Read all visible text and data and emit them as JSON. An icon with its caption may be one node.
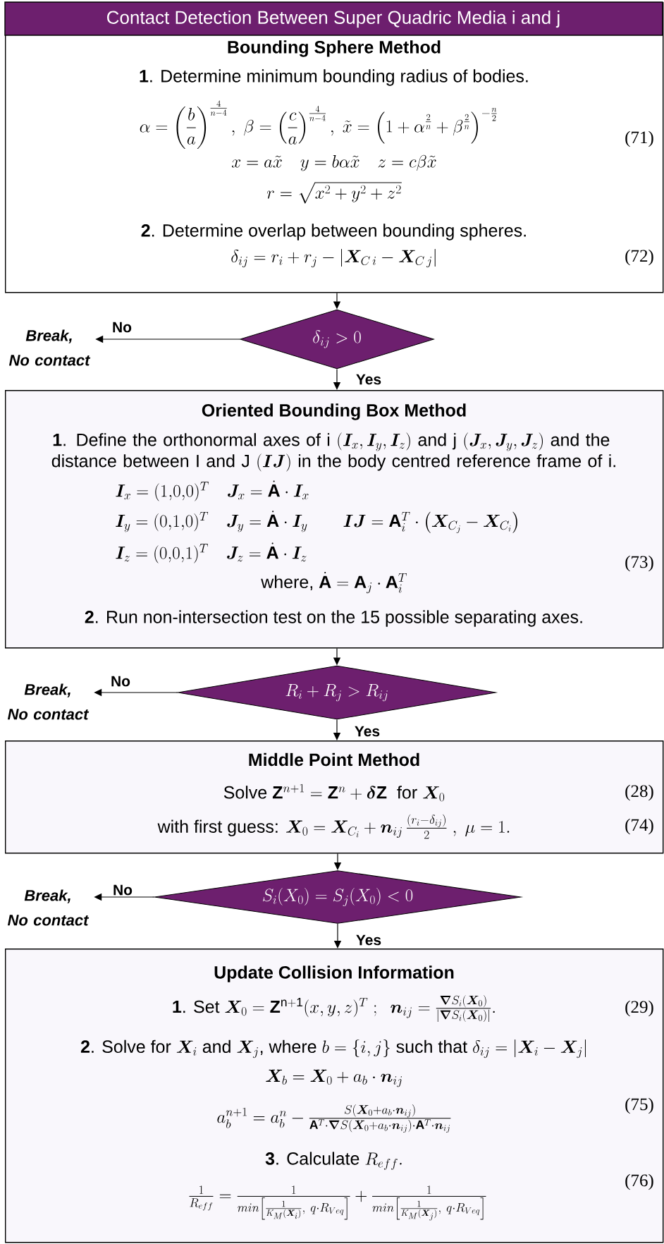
{
  "diagram": {
    "title": "Contact Detection Between Super Quadric Media i and j",
    "nodes": [
      {
        "text": [
          "Bounding Sphere Method",
          "**1**. Determine minimum bounding radius of bodies.",
          "\\alpha = \\left(\\frac{b}{a}\\right)^{\\frac{4}{n-4}},\\ \\beta = \\left(\\frac{c}{a}\\right)^{\\frac{4}{n-4}},\\ \\tilde{x} = \\left(1+\\alpha^{\\frac{2}{n}}+\\beta^{\\frac{2}{n}}\\right)^{-\\frac{n}{2}}",
          "x = a\\tilde{x}\\quad y = b\\alpha\\tilde{x}\\quad z = c\\beta\\tilde{x}",
          "r = \\sqrt{x^2+y^2+z^2}",
          "(71)",
          "**2**. Determine overlap between bounding spheres.",
          "\\delta_{ij} = r_i + r_j - \\left|\\boldsymbol{X}_{C\\,i} - \\boldsymbol{X}_{C\\,j}\\right|",
          "(72)"
        ]
      },
      {
        "text": [
          "\\delta_{ij} > 0"
        ]
      },
      {
        "text": [
          "Break, No contact"
        ]
      },
      {
        "text": [
          "Oriented Bounding Box Method",
          "\\text{\\textbf{1}. Define the orthonormal axes of i }(\\boldsymbol{I}_x, \\boldsymbol{I}_y, \\boldsymbol{I}_z)\\text{ and j }(\\boldsymbol{J}_x, \\boldsymbol{J}_y, \\boldsymbol{J}_z)\\text{ and the }\\allowbreak\\text{distance between I and J }(\\boldsymbol{IJ})\\text{ in the body centred reference frame of i.}",
          "\\boldsymbol{I}_x = (1{,}0{,}0)^T \\quad \\boldsymbol{J}_x = \\dot{\\mathbf{A}}\\cdot\\boldsymbol{I}_x",
          "\\boldsymbol{I}_y = (0{,}1{,}0)^T \\quad \\boldsymbol{J}_y = \\dot{\\mathbf{A}}\\cdot\\boldsymbol{I}_y \\qquad \\boldsymbol{IJ} = \\mathbf{A}_i^T\\cdot\\left(\\boldsymbol{X}_{C_j} - \\boldsymbol{X}_{C_i}\\right)",
          "\\boldsymbol{I}_z = (0{,}0{,}1)^T \\quad \\boldsymbol{J}_z = \\dot{\\mathbf{A}}\\cdot\\boldsymbol{I}_z",
          "\\text{where, }\\dot{\\mathbf{A}} = \\mathbf{A}_j\\cdot\\mathbf{A}_i^T",
          "(73)",
          "**2**. Run non-intersection test on the 15 possible separating axes."
        ]
      },
      {
        "text": [
          "R_i + R_j > R_{ij}"
        ]
      },
      {
        "text": [
          "Break, No contact"
        ]
      },
      {
        "text": [
          "Middle Point Method",
          "\\text{Solve }\\mathbf{Z}^{n+1} = \\mathbf{Z}^n + \\boldsymbol{\\delta}\\mathbf{Z}\\ \\ \\mathrm{for}\\ \\boldsymbol{X}_0",
          "(28)",
          "\\text{with first guess: }\\boldsymbol{X}_0 = \\boldsymbol{X}_{C_i} + \\boldsymbol{n}_{ij}\\,\\frac{(r_i-\\delta_{ij})}{2}\\ ,\\ \\mu = 1.",
          "(74)"
        ]
      },
      {
        "text": [
          "S_i(X_0) = S_j(X_0) < 0"
        ]
      },
      {
        "text": [
          "Break, No contact"
        ]
      },
      {
        "text": [
          "Update Collision Information",
          "\\text{\\textbf{1}. Set }\\boldsymbol{X}_0 = \\mathbf{Z}^{\\mathrm{n+1}}(x,y,z)^T\\ ;\\ \\ \\boldsymbol{n}_{ij} = \\frac{\\boldsymbol{\\nabla} S_i(\\boldsymbol{X}_0)}{|\\boldsymbol{\\nabla} S_i(\\boldsymbol{X}_0)|}.",
          "(29)",
          "\\text{\\textbf{2}. Solve for }\\boldsymbol{X}_i\\text{ and }\\boldsymbol{X}_j\\text{, where }b = \\{i,j\\}\\text{ such that }\\delta_{ij} = \\left|\\boldsymbol{X}_i - \\boldsymbol{X}_j\\right|",
          "\\boldsymbol{X}_b = \\boldsymbol{X}_0 + a_b\\cdot\\boldsymbol{n}_{ij}",
          "a_b^{n+1} = a_b^n - \\frac{S(\\boldsymbol{X}_0+a_b\\cdot\\boldsymbol{n}_{ij})}{\\mathbf{A}^T\\cdot\\boldsymbol{\\nabla} S(\\boldsymbol{X}_0+a_b\\cdot\\boldsymbol{n}_{ij})\\cdot\\mathbf{A}^T\\cdot\\boldsymbol{n}_{ij}}",
          "(75)",
          "\\text{\\textbf{3}. Calculate }R_{eff}.",
          "\\frac{1}{R_{eff}} = \\frac{1}{min\\left[\\frac{1}{K_M(\\boldsymbol{X}_i)},\\ q\\cdot R_{Veq}\\right]} + \\frac{1}{min\\left[\\frac{1}{K_M(\\boldsymbol{X}_j)},\\ q\\cdot R_{Veq}\\right]}",
          "(76)"
        ]
      }
    ],
    "edges": [
      {
        "from": 0,
        "to": 1,
        "arrow": "to"
      },
      {
        "from": 1,
        "to": 2,
        "arrow": "to",
        "label": "No"
      },
      {
        "from": 1,
        "to": 3,
        "arrow": "to",
        "label": "Yes"
      },
      {
        "from": 3,
        "to": 4,
        "arrow": "to"
      },
      {
        "from": 4,
        "to": 5,
        "arrow": "to",
        "label": "No"
      },
      {
        "from": 4,
        "to": 6,
        "arrow": "to",
        "label": "Yes"
      },
      {
        "from": 6,
        "to": 7,
        "arrow": "to"
      },
      {
        "from": 7,
        "to": 8,
        "arrow": "to",
        "label": "No"
      },
      {
        "from": 7,
        "to": 9,
        "arrow": "to",
        "label": "Yes"
      }
    ]
  }
}
